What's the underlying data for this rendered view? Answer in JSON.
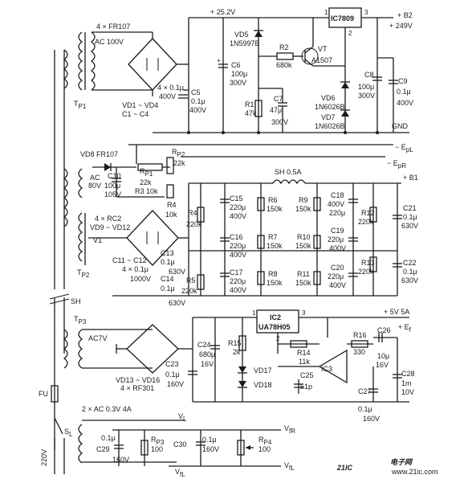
{
  "top": {
    "t1_label": "4 × FR107",
    "t1_ac": "AC 100V",
    "t1_name": "T",
    "t1_sub": "P1",
    "bridge1": "VD1 ~ VD4",
    "bridge1_caps": "C1 ~ C4",
    "bridge1_capval": "4 × 0.1μ",
    "bridge1_capv": "400V",
    "rail_25v": "+ 25.2V",
    "c5_name": "C5",
    "c5_val": "0.1μ",
    "c5_v": "400V",
    "c6_name": "C6",
    "c6_val": "100μ",
    "c6_v": "300V",
    "vd5_name": "VD5",
    "vd5_part": "1N5997B",
    "r2_name": "R2",
    "r2_val": "680k",
    "vt_name": "VT",
    "vt_part": "A1507",
    "r1_name": "R1",
    "r1_val": "47k",
    "c7_name": "C7",
    "c7_val": "47μ",
    "c7_v": "300V",
    "ic1": "IC7809",
    "ic1_pin1": "1",
    "ic1_pin2": "2",
    "ic1_pin3": "3",
    "b2": "+ B2",
    "b2_v": "+ 249V",
    "vd6_name": "VD6",
    "vd6_part": "1N6026B",
    "vd7_name": "VD7",
    "vd7_part": "1N6026B",
    "c8_name": "C8",
    "c8_val": "100μ",
    "c8_v": "300V",
    "c9_name": "C9",
    "c9_val": "0.1μ",
    "c9_v": "400V",
    "gnd": "GND",
    "ep": "− E",
    "ep_sub": "pL",
    "epr": "− E",
    "epr_sub": "pR"
  },
  "mid": {
    "vd8": "VD8  FR107",
    "rp2_name": "R",
    "rp2_sub": "P2",
    "rp2_val": "22k",
    "rp1_name": "R",
    "rp1_sub": "P1",
    "rp1_val": "22k",
    "ac80": "AC",
    "ac80_v": "80V",
    "c10_name": "C10",
    "c10_val": "100μ",
    "c10_v": "105V",
    "r3": "R3  10k",
    "r4_name": "R4",
    "r4_val": "10k",
    "sh_choke": "SH 0.5A",
    "b1": "+ B1",
    "bridge2_label": "4 × RC2",
    "bridge2": "VD9 ~ VD12",
    "v1": "V1",
    "bridge2_caps": "C11 ~ C12",
    "bridge2_capval": "4 × 0.1μ",
    "bridge2_capv": "1000V",
    "t2_name": "T",
    "t2_sub": "P2",
    "c13_name": "C13",
    "c13_val": "0.1μ",
    "c13_v": "630V",
    "c14_name": "C14",
    "c14_val": "0.1μ",
    "c14_v": "630V",
    "r4b_name": "R4",
    "r4b_val": "220k",
    "r5_name": "R5",
    "r5_val": "220k",
    "c15": [
      "C15",
      "220μ",
      "400V"
    ],
    "c16": [
      "C16",
      "220μ",
      "400V"
    ],
    "c17": [
      "C17",
      "220μ",
      "400V"
    ],
    "r6": [
      "R6",
      "150k"
    ],
    "r7": [
      "R7",
      "150k"
    ],
    "r8": [
      "R8",
      "150k"
    ],
    "r9": [
      "R9",
      "150k"
    ],
    "r10": [
      "R10",
      "150k"
    ],
    "r11": [
      "R11",
      "150k"
    ],
    "c18": [
      "C18",
      "400V",
      "220μ"
    ],
    "c19": [
      "C19",
      "220μ",
      "400V"
    ],
    "c20": [
      "C20",
      "220μ",
      "400V"
    ],
    "r12": [
      "R12",
      "220k"
    ],
    "r13": [
      "R13",
      "220k"
    ],
    "c21": [
      "C21",
      "0.1μ",
      "630V"
    ],
    "c22": [
      "C22",
      "0.1μ",
      "630V"
    ]
  },
  "low": {
    "sh": "SH",
    "t3_name": "T",
    "t3_sub": "P3",
    "ac7": "AC7V",
    "bridge3": "VD13 ~ VD16",
    "bridge3_part": "4 × RF301",
    "c23": [
      "C23",
      "0.1μ",
      "160V"
    ],
    "c24": [
      "C24",
      "680μ",
      "16V"
    ],
    "r15": [
      "R15",
      "2k"
    ],
    "vd17": "VD17",
    "vd18": "VD18",
    "ic2": "IC2",
    "ic2_part": "UA78H05",
    "ic2_pin1": "1",
    "ic2_pin2": "2",
    "ic2_pin3": "3",
    "plus5": "+ 5V 5A",
    "ef": "+ E",
    "ef_sub": "f",
    "r14": [
      "R14",
      "11k"
    ],
    "r16": [
      "R16",
      "330"
    ],
    "c26": [
      "C26",
      "10μ",
      "16V"
    ],
    "ic3": "IC3",
    "c25": [
      "C25",
      "51p"
    ],
    "c27": [
      "C27",
      "0.1μ",
      "160V"
    ],
    "c28": [
      "C28",
      "1m",
      "10V"
    ],
    "fu": "FU",
    "sl": "S",
    "sl_sub": "L",
    "mains": "220V",
    "ac03": "2 × AC 0.3V 4A",
    "vl": "V",
    "vl_sub": "L",
    "vr": "V",
    "vr_sub": "fR",
    "c29": [
      "C29",
      "0.1μ",
      "160V"
    ],
    "rp3": [
      "R",
      "P3",
      "100"
    ],
    "c30": [
      "C30",
      "0.1μ",
      "160V"
    ],
    "rp4": [
      "R",
      "P4",
      "100"
    ],
    "vfl": "V",
    "vfl_sub": "fL",
    "vl2": "V",
    "vl2_sub": "fL"
  },
  "brand": {
    "logo_num": "21IC",
    "logo_cn": "电子网",
    "logo_url": "www.21ic.com",
    "logo_color": "#e0202a"
  }
}
